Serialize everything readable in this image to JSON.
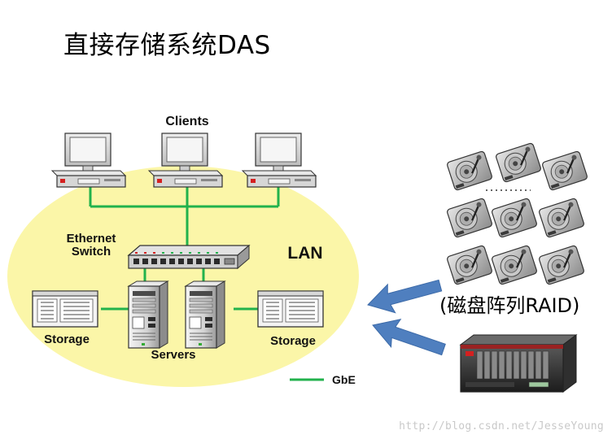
{
  "title": "直接存储系统DAS",
  "labels": {
    "clients": "Clients",
    "ethernet_line1": "Ethernet",
    "ethernet_line2": "Switch",
    "lan": "LAN",
    "storage_left": "Storage",
    "servers": "Servers",
    "storage_right": "Storage",
    "gbe": "GbE",
    "raid": "(磁盘阵列RAID)"
  },
  "colors": {
    "lan_area": "#fbf6a8",
    "network_line": "#22b24c",
    "arrow": "#4f7fbf"
  },
  "icons": [
    "computer-icon",
    "ethernet-switch-icon",
    "server-tower-icon",
    "storage-unit-icon",
    "hard-disk-icon",
    "raid-enclosure-icon",
    "arrow-icon"
  ],
  "watermark": "http://blog.csdn.net/JesseYoung"
}
